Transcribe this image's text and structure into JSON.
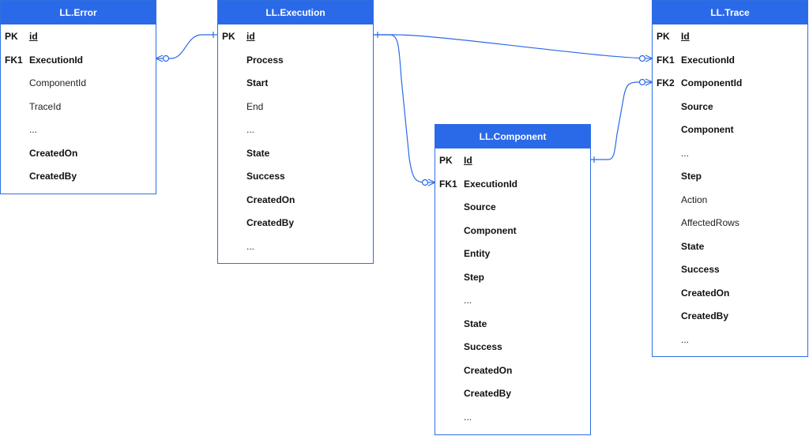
{
  "entities": {
    "error": {
      "title": "LL.Error",
      "fields": [
        {
          "key": "PK",
          "name": "id",
          "style": "pk"
        },
        {
          "key": "FK1",
          "name": "ExecutionId",
          "style": "bold"
        },
        {
          "key": "",
          "name": "ComponentId",
          "style": "plain"
        },
        {
          "key": "",
          "name": "TraceId",
          "style": "plain"
        },
        {
          "key": "",
          "name": "...",
          "style": "plain"
        },
        {
          "key": "",
          "name": "CreatedOn",
          "style": "bold"
        },
        {
          "key": "",
          "name": "CreatedBy",
          "style": "bold"
        }
      ]
    },
    "execution": {
      "title": "LL.Execution",
      "fields": [
        {
          "key": "PK",
          "name": "id",
          "style": "pk"
        },
        {
          "key": "",
          "name": "Process",
          "style": "bold"
        },
        {
          "key": "",
          "name": "Start",
          "style": "bold"
        },
        {
          "key": "",
          "name": "End",
          "style": "plain"
        },
        {
          "key": "",
          "name": "...",
          "style": "plain"
        },
        {
          "key": "",
          "name": "State",
          "style": "bold"
        },
        {
          "key": "",
          "name": "Success",
          "style": "bold"
        },
        {
          "key": "",
          "name": "CreatedOn",
          "style": "bold"
        },
        {
          "key": "",
          "name": "CreatedBy",
          "style": "bold"
        },
        {
          "key": "",
          "name": "...",
          "style": "plain"
        }
      ]
    },
    "component": {
      "title": "LL.Component",
      "fields": [
        {
          "key": "PK",
          "name": "Id",
          "style": "pk"
        },
        {
          "key": "FK1",
          "name": "ExecutionId",
          "style": "bold"
        },
        {
          "key": "",
          "name": "Source",
          "style": "bold"
        },
        {
          "key": "",
          "name": "Component",
          "style": "bold"
        },
        {
          "key": "",
          "name": "Entity",
          "style": "bold"
        },
        {
          "key": "",
          "name": "Step",
          "style": "bold"
        },
        {
          "key": "",
          "name": "...",
          "style": "plain"
        },
        {
          "key": "",
          "name": "State",
          "style": "bold"
        },
        {
          "key": "",
          "name": "Success",
          "style": "bold"
        },
        {
          "key": "",
          "name": "CreatedOn",
          "style": "bold"
        },
        {
          "key": "",
          "name": "CreatedBy",
          "style": "bold"
        },
        {
          "key": "",
          "name": "...",
          "style": "plain"
        }
      ]
    },
    "trace": {
      "title": "LL.Trace",
      "fields": [
        {
          "key": "PK",
          "name": "Id",
          "style": "pk"
        },
        {
          "key": "FK1",
          "name": "ExecutionId",
          "style": "bold"
        },
        {
          "key": "FK2",
          "name": "ComponentId",
          "style": "bold"
        },
        {
          "key": "",
          "name": "Source",
          "style": "bold"
        },
        {
          "key": "",
          "name": "Component",
          "style": "bold"
        },
        {
          "key": "",
          "name": "...",
          "style": "plain"
        },
        {
          "key": "",
          "name": "Step",
          "style": "bold"
        },
        {
          "key": "",
          "name": "Action",
          "style": "plain"
        },
        {
          "key": "",
          "name": "AffectedRows",
          "style": "plain"
        },
        {
          "key": "",
          "name": "State",
          "style": "bold"
        },
        {
          "key": "",
          "name": "Success",
          "style": "bold"
        },
        {
          "key": "",
          "name": "CreatedOn",
          "style": "bold"
        },
        {
          "key": "",
          "name": "CreatedBy",
          "style": "bold"
        },
        {
          "key": "",
          "name": "...",
          "style": "plain"
        }
      ]
    }
  },
  "relationships": [
    {
      "from": "LL.Error.ExecutionId",
      "to": "LL.Execution.id",
      "cardinality": "many-to-one"
    },
    {
      "from": "LL.Trace.ExecutionId",
      "to": "LL.Execution.id",
      "cardinality": "many-to-one"
    },
    {
      "from": "LL.Component.ExecutionId",
      "to": "LL.Execution.id",
      "cardinality": "many-to-one"
    },
    {
      "from": "LL.Trace.ComponentId",
      "to": "LL.Component.Id",
      "cardinality": "many-to-one"
    }
  ],
  "colors": {
    "header": "#2a6ae8",
    "border": "#2f6fe0",
    "connector": "#2a6ae8"
  }
}
